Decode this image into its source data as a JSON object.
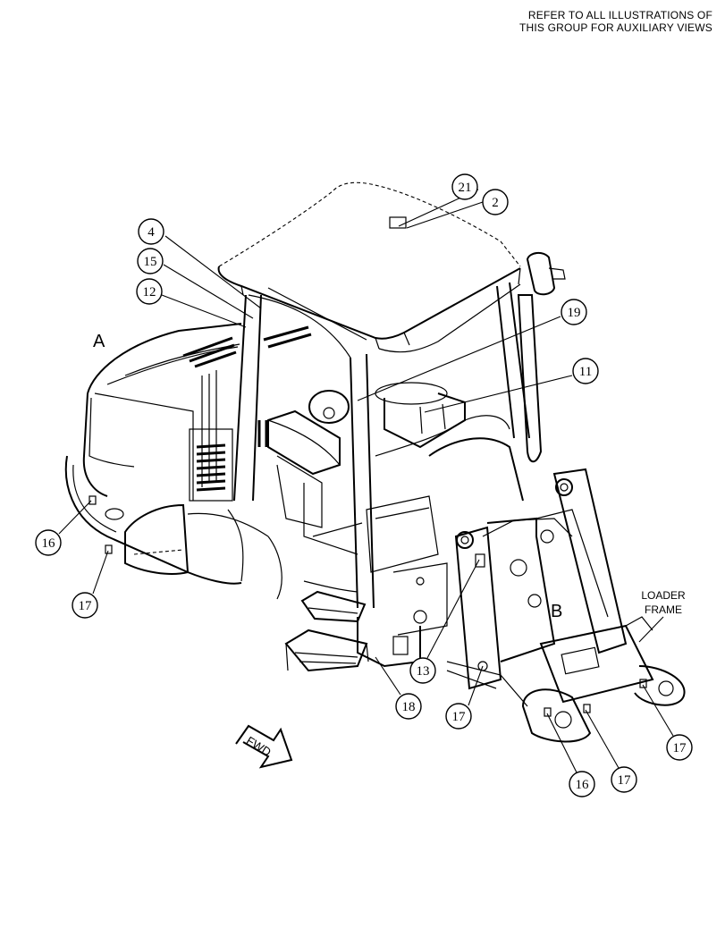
{
  "note": {
    "line1": "REFER TO ALL ILLUSTRATIONS OF",
    "line2": "THIS GROUP FOR AUXILIARY VIEWS"
  },
  "view_labels": {
    "a": "A",
    "b": "B",
    "loader_frame_1": "LOADER",
    "loader_frame_2": "FRAME",
    "fwd": "FWD"
  },
  "callouts": [
    "21",
    "2",
    "4",
    "15",
    "12",
    "19",
    "11",
    "16",
    "17",
    "13",
    "18",
    "17",
    "17",
    "16",
    "17"
  ]
}
